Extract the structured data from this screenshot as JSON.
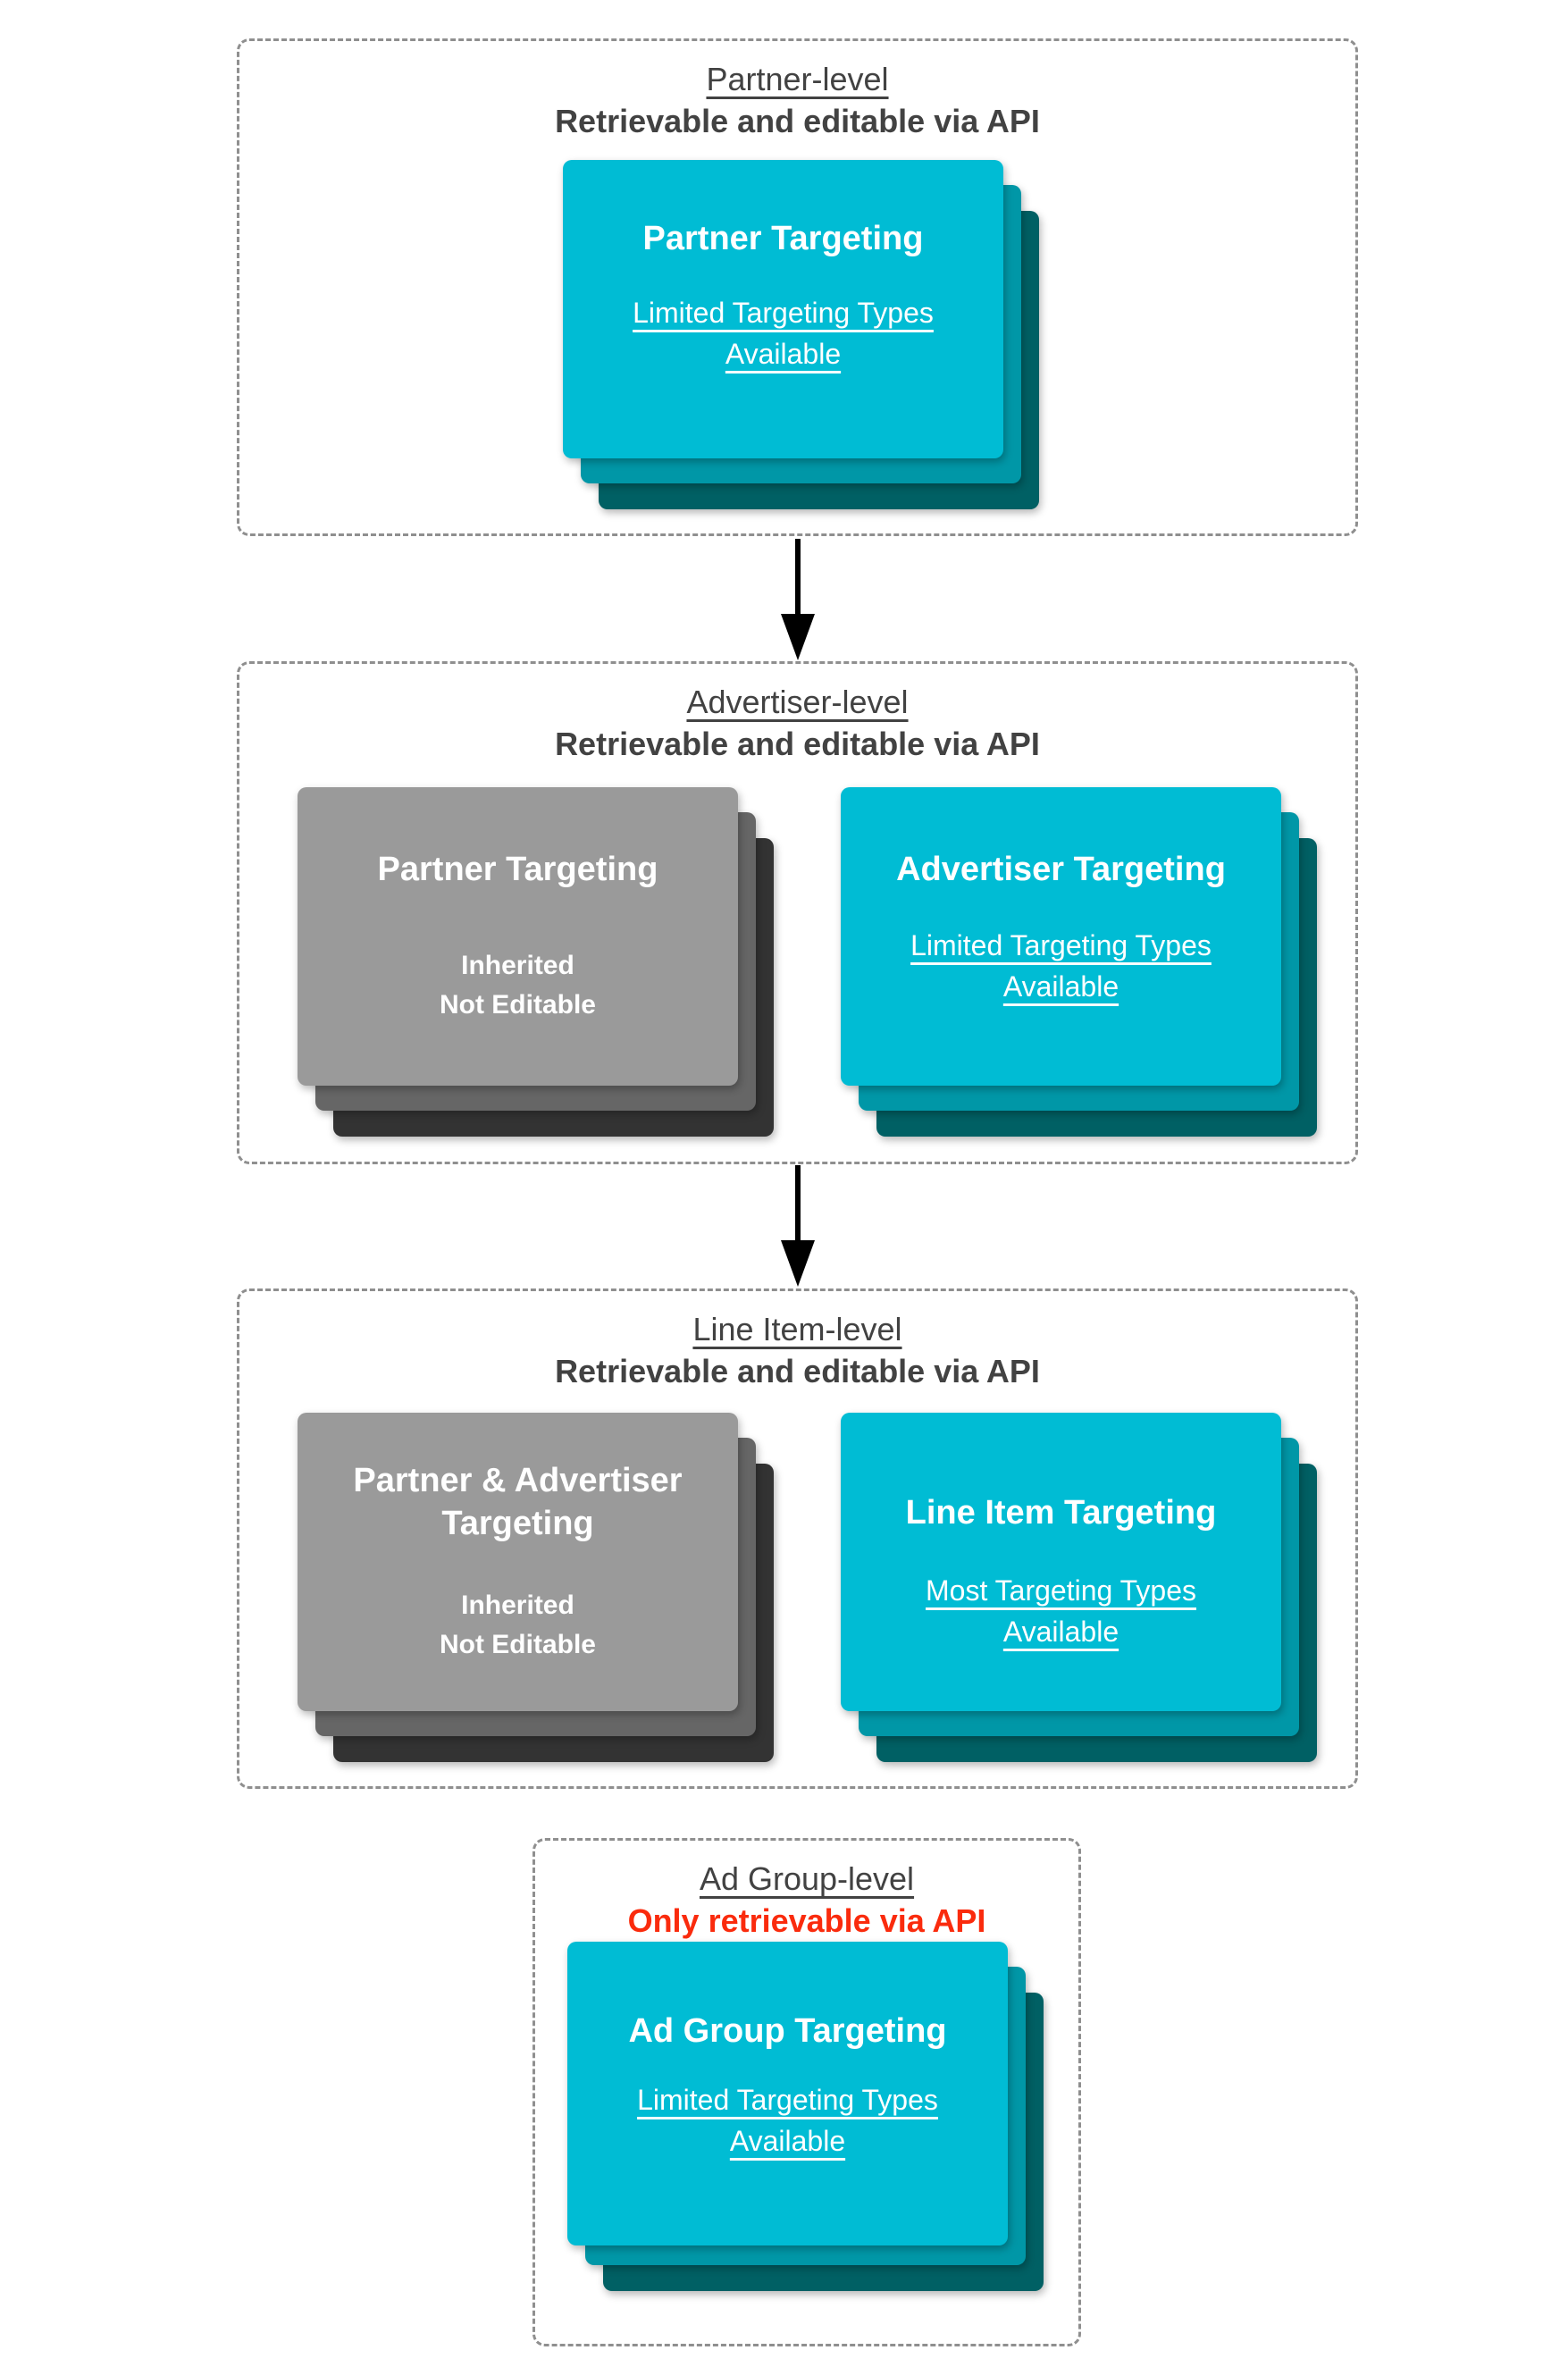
{
  "colors": {
    "teal-main": "#00BCD4",
    "teal-mid": "#0097A7",
    "teal-dark": "#006064",
    "gray-main": "#9A9A9A",
    "gray-mid": "#666666",
    "gray-dark": "#333333",
    "heading": "#424242",
    "red": "#FA2B0D",
    "dash": "#8F8F8F",
    "arrow": "#000000"
  },
  "sections": {
    "partner": {
      "title": "Partner-level",
      "subtitle": "Retrievable and editable via API",
      "card": {
        "title": "Partner Targeting",
        "line1": "Limited Targeting Types",
        "line2": "Available"
      }
    },
    "advertiser": {
      "title": "Advertiser-level",
      "subtitle": "Retrievable and editable via API",
      "inherited_card": {
        "title": "Partner Targeting",
        "line1": "Inherited",
        "line2": "Not Editable"
      },
      "targeting_card": {
        "title": "Advertiser Targeting",
        "line1": "Limited Targeting Types",
        "line2": "Available"
      }
    },
    "line_item": {
      "title": "Line Item-level",
      "subtitle": "Retrievable and editable via API",
      "inherited_card": {
        "title": "Partner & Advertiser Targeting",
        "line1": "Inherited",
        "line2": "Not Editable"
      },
      "targeting_card": {
        "title": "Line Item Targeting",
        "line1": "Most Targeting Types",
        "line2": "Available"
      }
    },
    "ad_group": {
      "title": "Ad Group-level",
      "subtitle": "Only retrievable via API",
      "card": {
        "title": "Ad Group Targeting",
        "line1": "Limited Targeting Types",
        "line2": "Available"
      }
    }
  }
}
